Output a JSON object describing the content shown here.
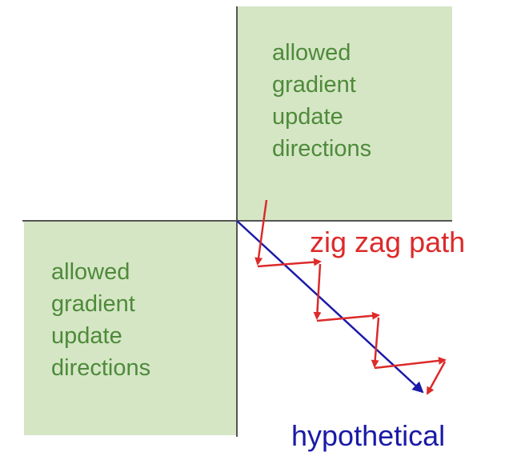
{
  "quadrant_top_right": {
    "lines": [
      "allowed",
      "gradient",
      "update",
      "directions"
    ]
  },
  "quadrant_bottom_left": {
    "lines": [
      "allowed",
      "gradient",
      "update",
      "directions"
    ]
  },
  "zigzag": {
    "label": "zig zag path",
    "color": "#dd2a2a"
  },
  "hypothetical": {
    "label": "hypothetical",
    "color": "#1a1aa8"
  },
  "colors": {
    "quadrant_fill": "#d5e6c5",
    "quadrant_text": "#4e8a3a",
    "axis": "#555555"
  }
}
